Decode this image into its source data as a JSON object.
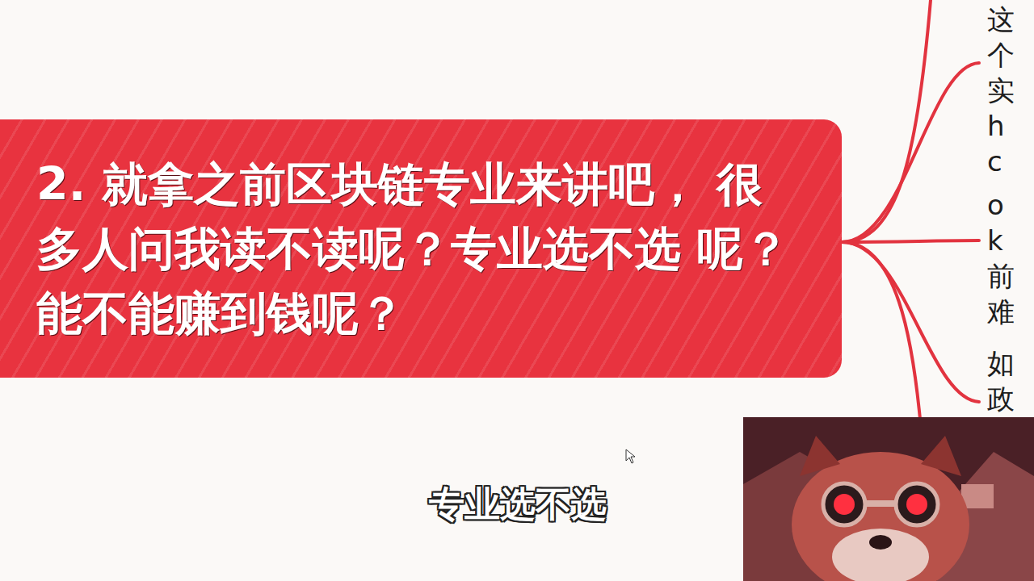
{
  "diagram": {
    "nodes": [
      {
        "text": [
          "2. 就拿之前区块链专业来讲吧， 很多人问我读不读呢？专业选不选 呢？能不能赚到钱呢？"
        ]
      }
    ],
    "labels": [
      "这 个 实 hc",
      "ok 前 难",
      "如 政",
      "专业选不选"
    ]
  }
}
